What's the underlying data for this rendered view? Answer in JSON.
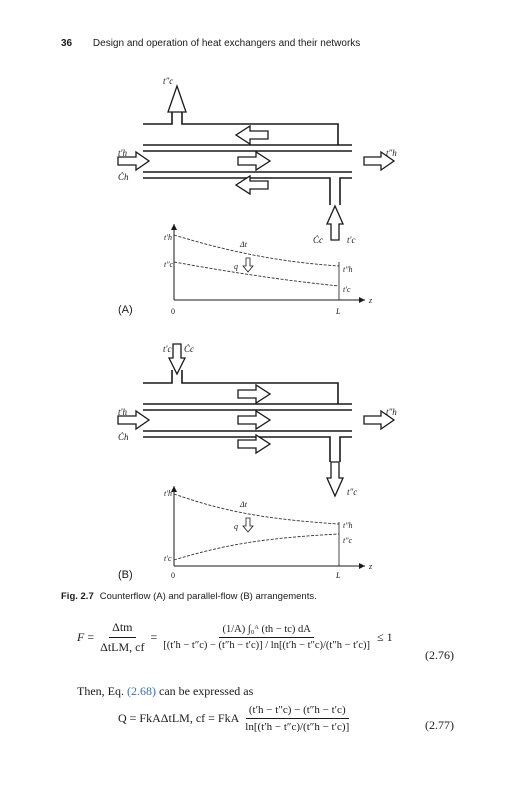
{
  "header": {
    "page_number": "36",
    "running_title": "Design and operation of heat exchangers and their networks"
  },
  "figure": {
    "panel_a_label": "(A)",
    "panel_b_label": "(B)",
    "caption_label": "Fig. 2.7",
    "caption_text": "Counterflow (A) and parallel-flow (B) arrangements.",
    "symbols": {
      "th_in": "t′h",
      "th_out": "t″h",
      "tc_in": "t′c",
      "tc_out": "t″c",
      "Ch": "Ċh",
      "Cc": "Ċc",
      "q": "q",
      "dt": "Δt",
      "z": "z",
      "zero": "0",
      "L": "L"
    }
  },
  "equations": {
    "eq276_number": "(2.76)",
    "eq276_lhs": "F",
    "eq276_num1": "Δtm",
    "eq276_den1": "ΔtLM, cf",
    "eq276_num2": "(1/A) ∫₀ᴬ (th − tc) dA",
    "eq276_den2": "[(t′h − t″c) − (t″h − t′c)] / ln[(t′h − t″c)/(t″h − t′c)]",
    "eq276_rhs": "≤ 1",
    "body_text_prefix": "Then, Eq.",
    "body_text_ref": "(2.68)",
    "body_text_suffix": "can be expressed as",
    "eq277_number": "(2.77)",
    "eq277_lhs": "Q = FkAΔtLM, cf = FkA",
    "eq277_num": "(t′h − t″c) − (t″h − t′c)",
    "eq277_den": "ln[(t′h − t″c)/(t″h − t′c)]"
  }
}
